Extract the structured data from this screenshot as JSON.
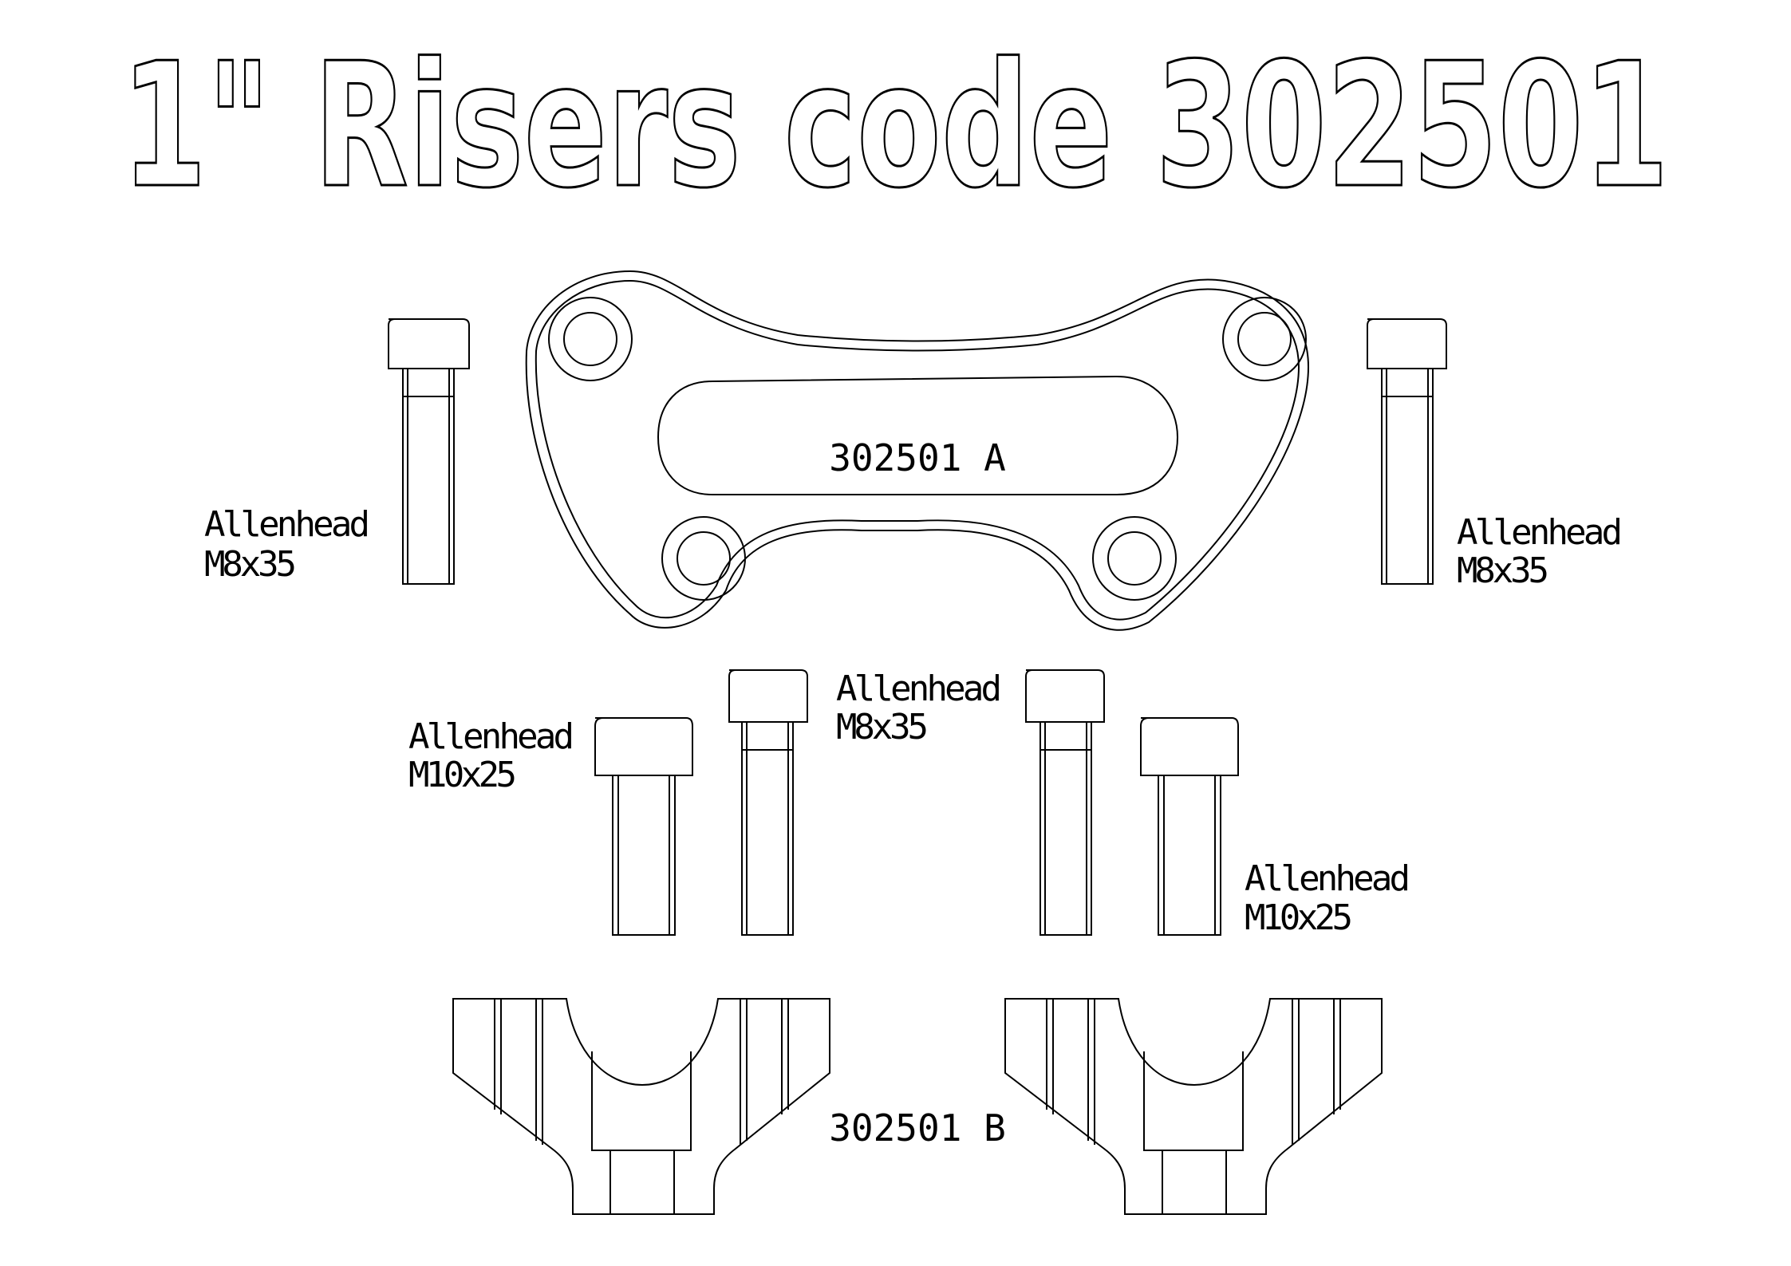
{
  "title": "1\" Risers  code 302501",
  "parts": {
    "top_clamp": {
      "code": "302501 A"
    },
    "risers": {
      "code": "302501 B"
    }
  },
  "bolts": {
    "left_top": {
      "type": "Allenhead",
      "size": "M8x35"
    },
    "right_top": {
      "type": "Allenhead",
      "size": "M8x35"
    },
    "mid_left_m10": {
      "type": "Allenhead",
      "size": "M10x25"
    },
    "mid_center_m8": {
      "type": "Allenhead",
      "size": "M8x35"
    },
    "mid_right_m10": {
      "type": "Allenhead",
      "size": "M10x25"
    }
  },
  "colors": {
    "line": "#000000",
    "background": "#ffffff"
  }
}
